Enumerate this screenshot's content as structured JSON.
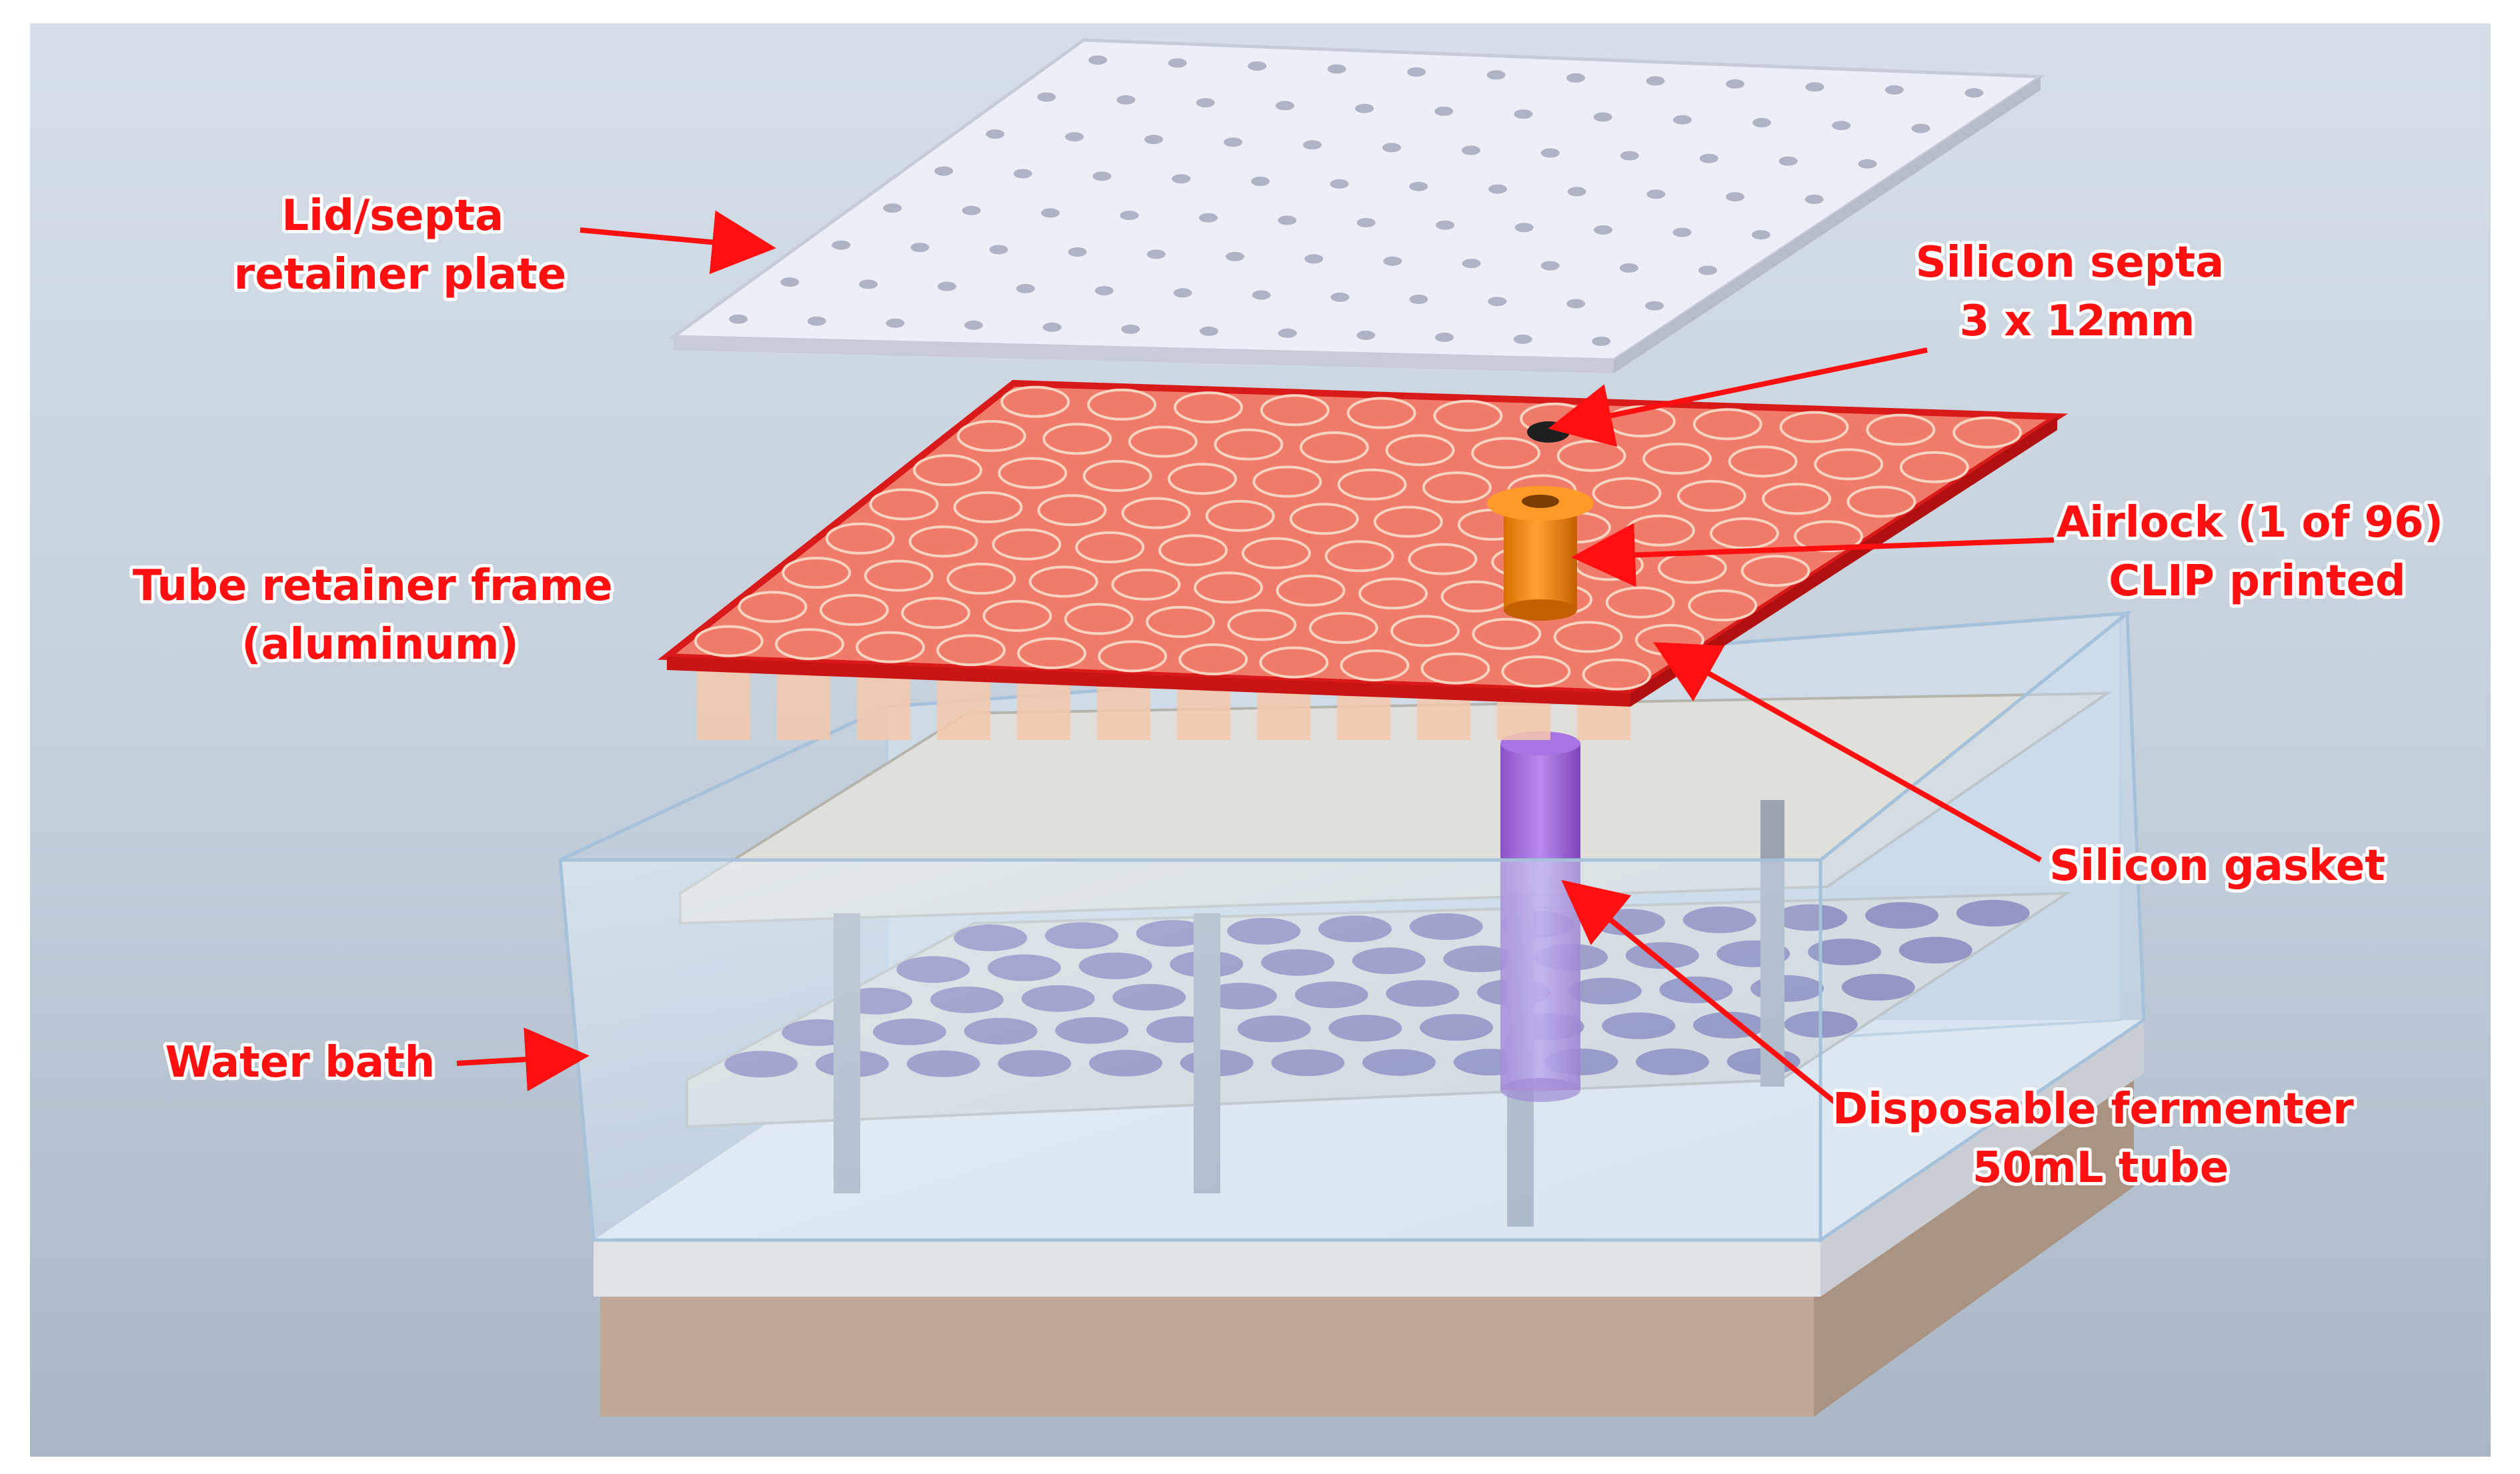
{
  "colors": {
    "label": "#ff0f0f",
    "label_outline": "#ffffff",
    "background_top": "#d3dde6",
    "background_bottom": "#a8b6c4",
    "lid_plate": "#eceff7",
    "frame": "#e11d1d",
    "tube_cap": "#f4c8ac",
    "tube_body": "#6a58c6",
    "airlock": "#f08a10",
    "fermenter_tube": "#9a5bd6",
    "tank_glass": "#cfe2f2",
    "base_top": "#dde0e4",
    "base_bottom": "#c4a898"
  },
  "labels": {
    "lid_plate": [
      "Lid/septa",
      "retainer plate"
    ],
    "septa": [
      "Silicon septa",
      "3 x 12mm"
    ],
    "frame": [
      "Tube retainer frame",
      "(aluminum)"
    ],
    "airlock": [
      "Airlock (1 of 96)",
      "CLIP printed"
    ],
    "gasket": [
      "Silicon gasket"
    ],
    "water_bath": [
      "Water bath"
    ],
    "fermenter": [
      "Disposable fermenter",
      "50mL tube"
    ]
  }
}
